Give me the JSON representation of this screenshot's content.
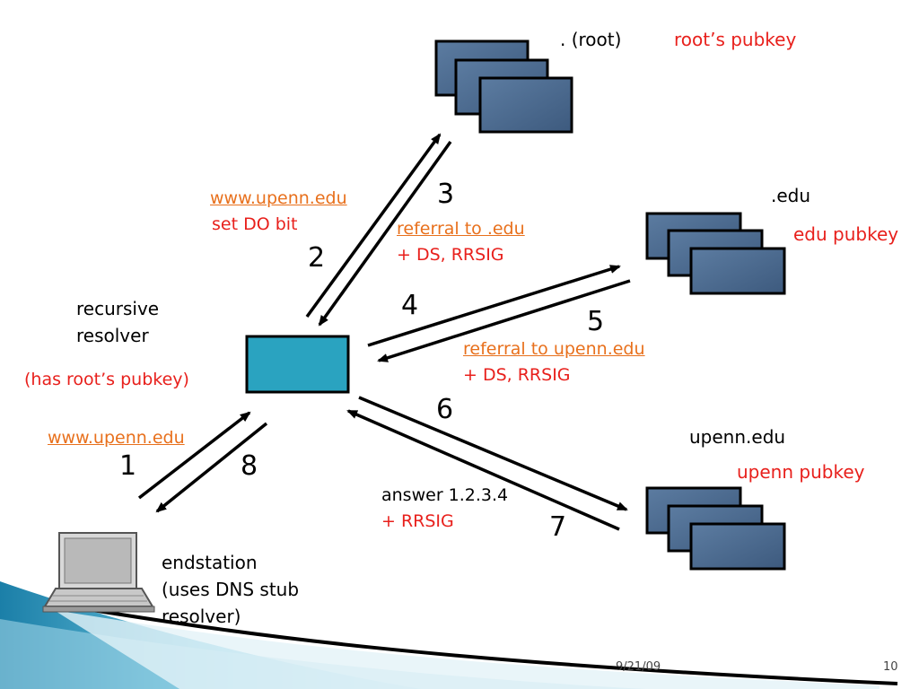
{
  "servers": {
    "root": {
      "label": ". (root)",
      "key": "root’s pubkey"
    },
    "edu": {
      "label": ".edu",
      "key": "edu pubkey"
    },
    "upenn": {
      "label": "upenn.edu",
      "key": "upenn pubkey"
    }
  },
  "resolver": {
    "label_line1": "recursive",
    "label_line2": "resolver",
    "note": "(has root’s pubkey)"
  },
  "endstation": {
    "line1": "endstation",
    "line2": "(uses DNS stub",
    "line3": "resolver)"
  },
  "steps": {
    "s1": "1",
    "s2": "2",
    "s3": "3",
    "s4": "4",
    "s5": "5",
    "s6": "6",
    "s7": "7",
    "s8": "8"
  },
  "messages": {
    "query_stub": "www.upenn.edu",
    "query_root": "www.upenn.edu",
    "query_root_flag": "set DO bit",
    "referral_edu": "referral to .edu",
    "referral_edu_sig": "+ DS, RRSIG",
    "referral_upenn": "referral to upenn.edu",
    "referral_upenn_sig": "+ DS, RRSIG",
    "answer": "answer 1.2.3.4",
    "answer_sig": "+ RRSIG"
  },
  "footer": {
    "date": "9/21/09",
    "page": "10"
  },
  "colors": {
    "server_fill": "#4a6a8f",
    "resolver_fill": "#2aa3c0",
    "link_orange": "#e8701c",
    "red": "#e8201c",
    "swoosh": "#3aa6c8"
  }
}
